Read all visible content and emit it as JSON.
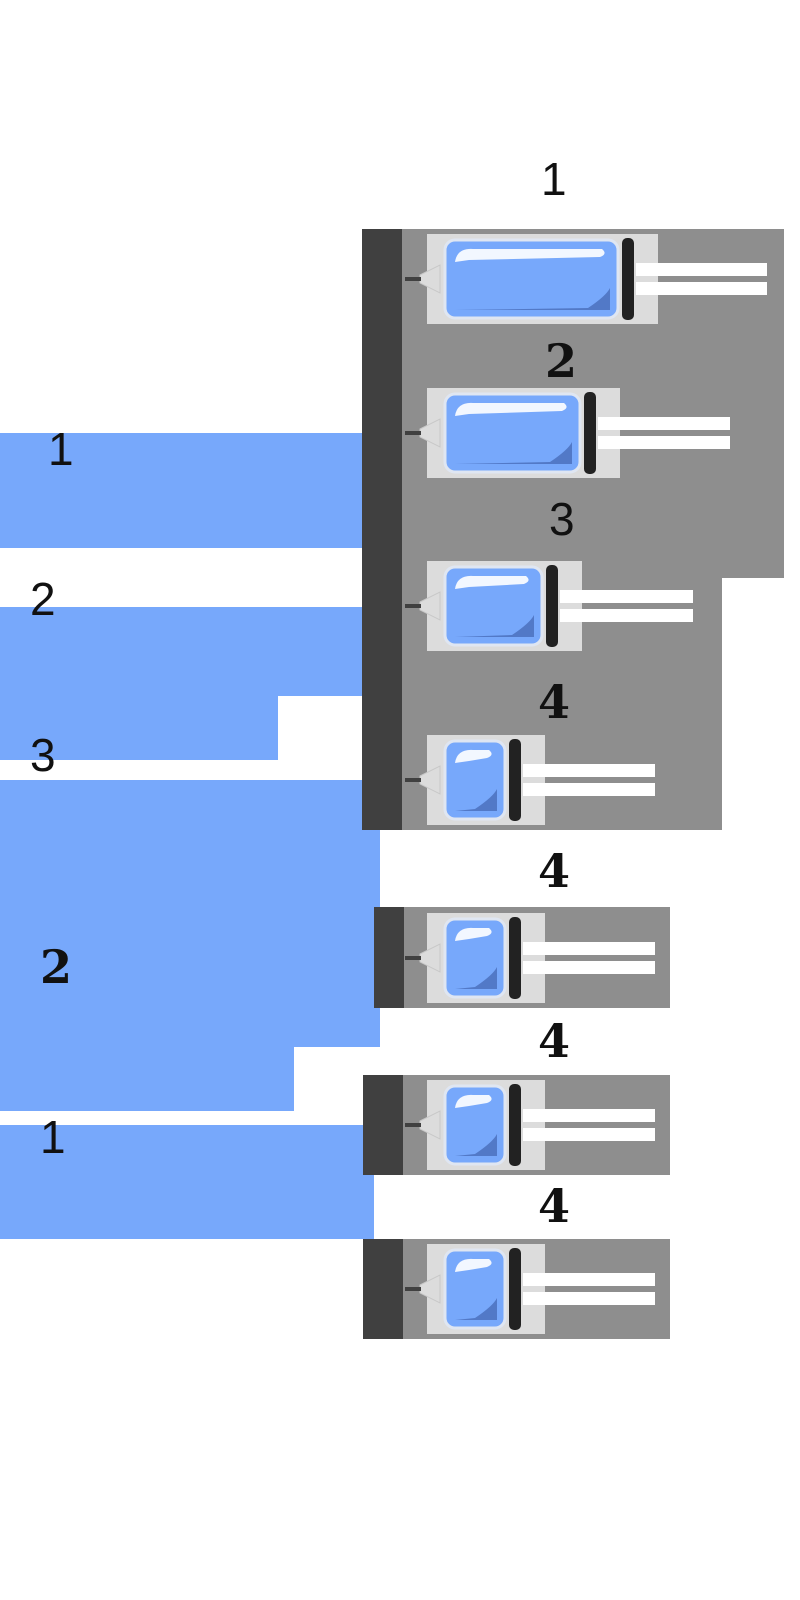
{
  "colors": {
    "blue": "#77a8fb",
    "blue_dark": "#5279c7",
    "gray_panel": "#8e8e8e",
    "gray_light": "#dcdcdc",
    "gray_dark": "#404040",
    "white": "#ffffff",
    "black": "#222222"
  },
  "icon": "syringe-icon",
  "left_labels": [
    "1",
    "2",
    "3",
    "2",
    "1"
  ],
  "syringe_labels": [
    "1",
    "2",
    "3",
    "4",
    "4",
    "4",
    "4"
  ]
}
